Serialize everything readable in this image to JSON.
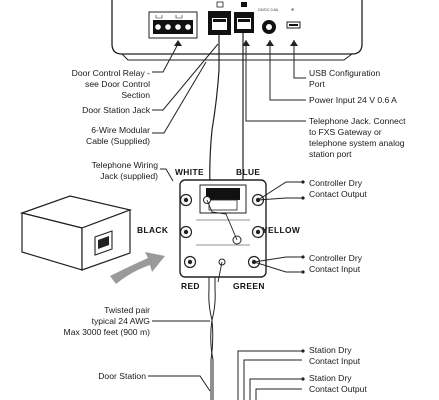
{
  "port_labels": {
    "power_port": "24VDC 0.6A",
    "usb_port": "⭅"
  },
  "terminal_labels": {
    "white": "WHITE",
    "blue": "BLUE",
    "black": "BLACK",
    "yellow": "YELLOW",
    "red": "RED",
    "green": "GREEN"
  },
  "callouts": {
    "door_control_relay": [
      "Door Control Relay -",
      "see Door Control",
      "Section"
    ],
    "door_station_jack": [
      "Door Station Jack"
    ],
    "modular_cable": [
      "6-Wire Modular",
      "Cable (Supplied)"
    ],
    "telephone_wiring_jack": [
      "Telephone Wiring",
      "Jack (supplied)"
    ],
    "usb_configuration_port": [
      "USB Configuration",
      "Port"
    ],
    "power_input": [
      "Power Input 24 V 0.6 A"
    ],
    "telephone_jack": [
      "Telephone Jack. Connect",
      "to FXS Gateway or",
      "telephone system analog",
      "station port"
    ],
    "controller_dry_contact_output": [
      "Controller Dry",
      "Contact Output"
    ],
    "controller_dry_contact_input": [
      "Controller Dry",
      "Contact Input"
    ],
    "twisted_pair": [
      "Twisted pair",
      "typical 24 AWG",
      "Max 3000 feet (900 m)"
    ],
    "door_station": [
      "Door Station"
    ],
    "station_dry_contact_input": [
      "Station Dry",
      "Contact Input"
    ],
    "station_dry_contact_output": [
      "Station Dry",
      "Contact Output"
    ]
  }
}
